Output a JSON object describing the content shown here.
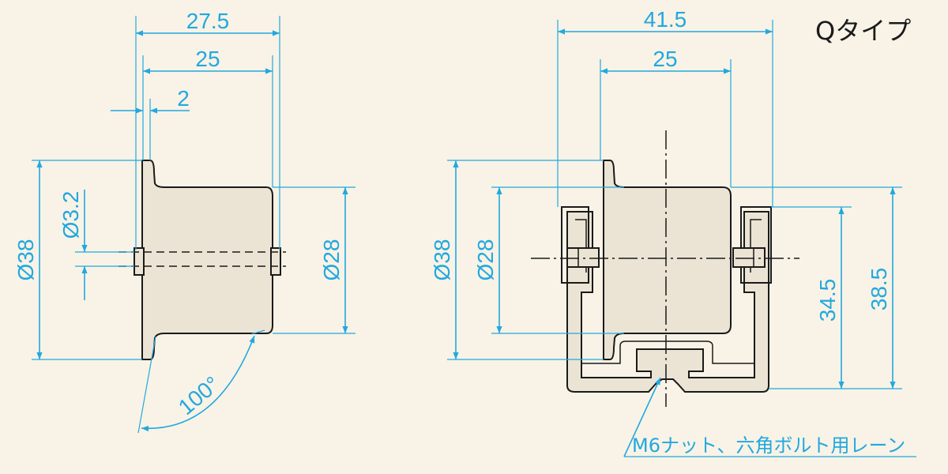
{
  "title": "Qタイプ",
  "left_view": {
    "dim_overall_width": "27.5",
    "dim_body_width": "25",
    "dim_flange_thickness": "2",
    "dim_flange_dia": "Ø38",
    "dim_shaft_dia": "Ø3.2",
    "dim_body_dia": "Ø28",
    "dim_angle": "100°"
  },
  "right_view": {
    "dim_overall_width": "41.5",
    "dim_body_width": "25",
    "dim_flange_dia": "Ø38",
    "dim_body_dia": "Ø28",
    "dim_height_inner": "34.5",
    "dim_height_outer": "38.5",
    "callout_label": "M6ナット、六角ボルト用レーン"
  },
  "colors": {
    "dimension": "#22a8e0",
    "outline": "#1a1a1a",
    "background": "#f8f3e6"
  }
}
